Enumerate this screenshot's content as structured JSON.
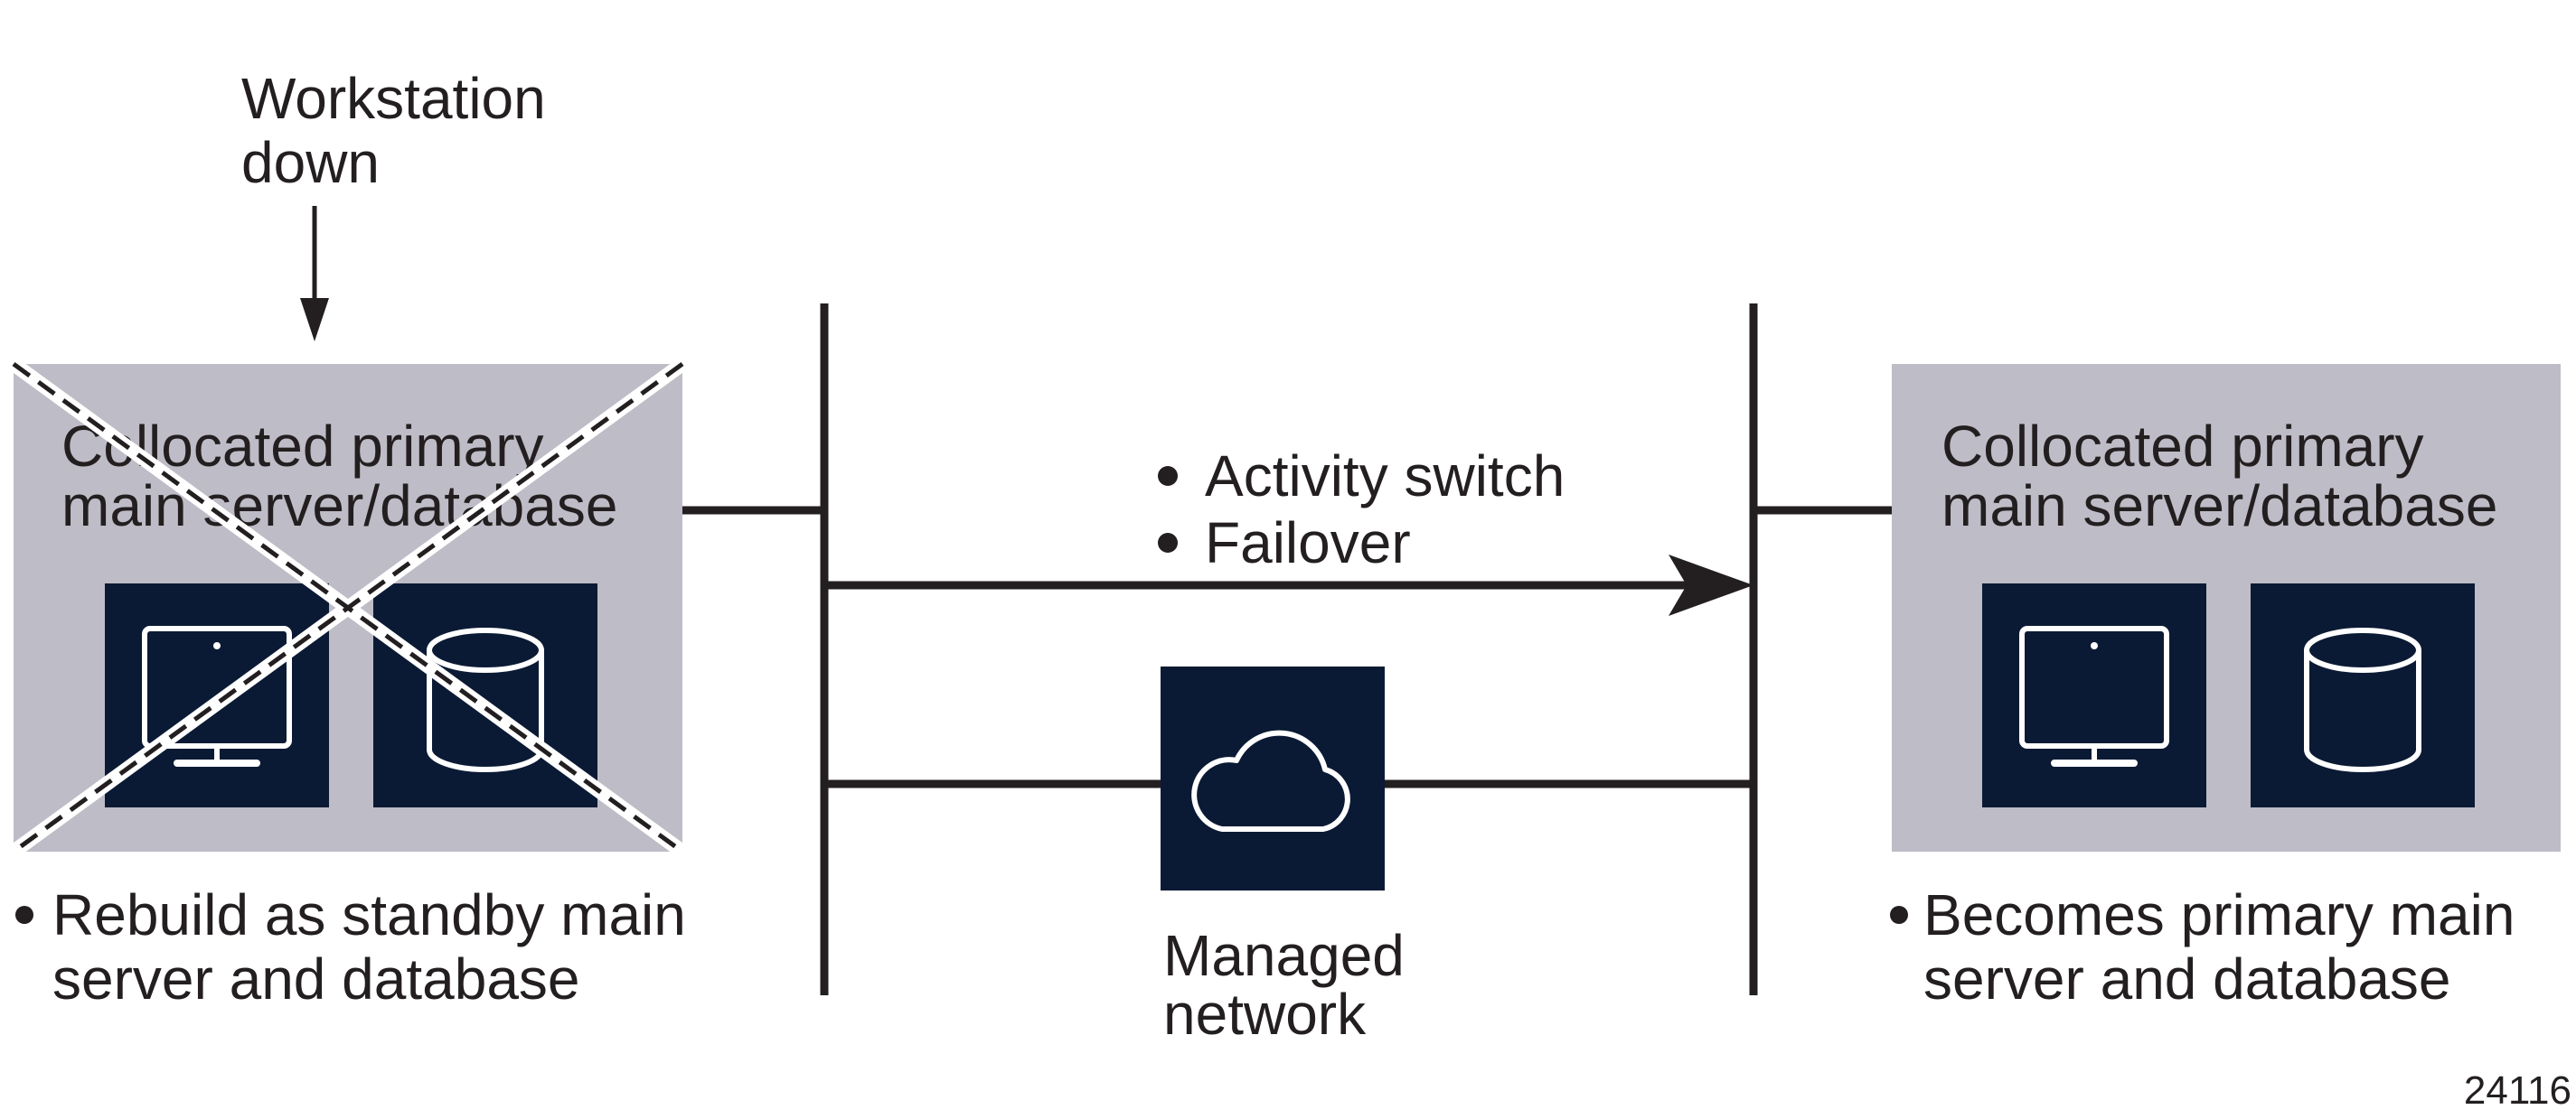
{
  "workstation_status": {
    "line1": "Workstation",
    "line2": "down"
  },
  "left_server": {
    "title_line1": "Collocated primary",
    "title_line2": "main server/database",
    "note_line1": "Rebuild as standby main",
    "note_line2": "server and database",
    "icons": [
      "monitor-icon",
      "database-icon"
    ]
  },
  "right_server": {
    "title_line1": "Collocated primary",
    "title_line2": "main server/database",
    "note_line1": "Becomes primary main",
    "note_line2": "server and database",
    "icons": [
      "monitor-icon",
      "database-icon"
    ]
  },
  "switch_actions": {
    "item1": "Activity switch",
    "item2": "Failover"
  },
  "network": {
    "line1": "Managed",
    "line2": "network",
    "icon": "cloud-icon"
  },
  "figure_id": "24116",
  "colors": {
    "server_panel": "#bebcc6",
    "icon_tile": "#0b1a34",
    "line": "#231f20",
    "icon_stroke": "#ffffff"
  }
}
